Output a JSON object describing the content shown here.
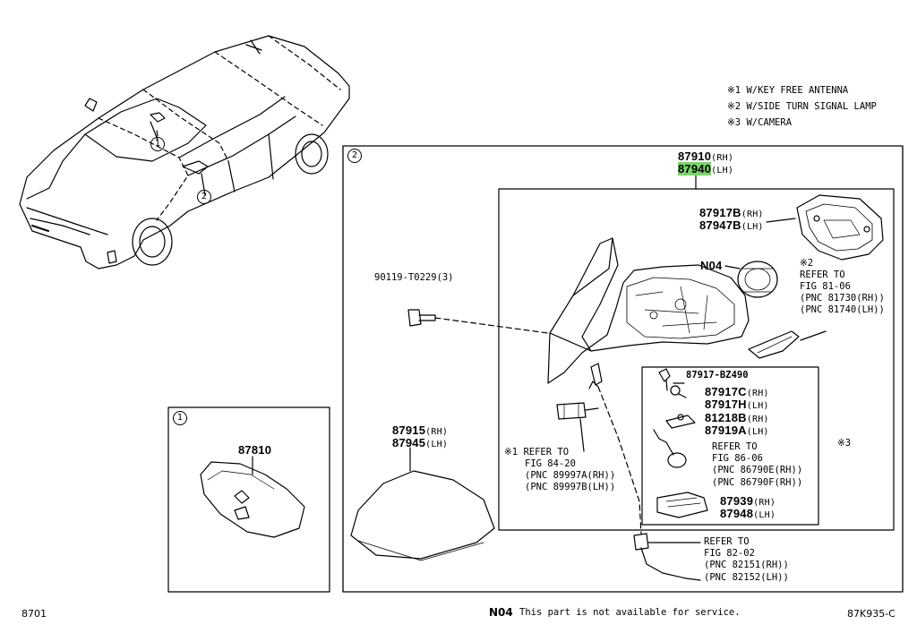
{
  "notes": {
    "n1": "※1 W/KEY FREE ANTENNA",
    "n2": "※2 W/SIDE TURN SIGNAL LAMP",
    "n3": "※3 W/CAMERA"
  },
  "callouts": {
    "one": "1",
    "two": "2"
  },
  "parts": {
    "mirror_assy": {
      "rh": "87910",
      "rh_sfx": "(RH)",
      "lh": "87940",
      "lh_sfx": "(LH)"
    },
    "back_plate": {
      "rh": "87917B",
      "rh_sfx": "(RH)",
      "lh": "87947B",
      "lh_sfx": "(LH)"
    },
    "actuator": {
      "code": "N04"
    },
    "turn_lamp": {
      "mark": "※2",
      "l1": "REFER TO",
      "l2": "FIG 81-06",
      "l3": "(PNC 81730(RH))",
      "l4": "(PNC 81740(LH))"
    },
    "screw": {
      "num": "90119-T0229(3)"
    },
    "cover": {
      "rh": "87915",
      "rh_sfx": "(RH)",
      "lh": "87945",
      "lh_sfx": "(LH)"
    },
    "inner_mirror": {
      "num": "87810"
    },
    "antenna_ref": {
      "l1": "※1 REFER TO",
      "l2": "FIG 84-20",
      "l3": "(PNC 89997A(RH))",
      "l4": "(PNC 89997B(LH))"
    },
    "camera_group": {
      "clip": "87917-BZ490",
      "a_rh": "87917C",
      "a_rh_sfx": "(RH)",
      "a_lh": "87917H",
      "a_lh_sfx": "(LH)",
      "b_rh": "81218B",
      "b_rh_sfx": "(RH)",
      "b_lh": "87919A",
      "b_lh_sfx": "(LH)",
      "ref1": "REFER TO",
      "ref2": "FIG 86-06",
      "ref3": "(PNC 86790E(RH))",
      "ref4": "(PNC 86790F(RH))",
      "mark": "※3",
      "c_rh": "87939",
      "c_rh_sfx": "(RH)",
      "c_lh": "87948",
      "c_lh_sfx": "(LH)"
    },
    "connector_ref": {
      "l1": "REFER TO",
      "l2": "FIG 82-02",
      "l3": "(PNC 82151(RH))",
      "l4": "(PNC 82152(LH))"
    }
  },
  "footer": {
    "left": "8701",
    "code": "N04",
    "message": "This part is not available for service.",
    "right": "87K935-C"
  },
  "colors": {
    "highlight": "#7bd46a"
  }
}
